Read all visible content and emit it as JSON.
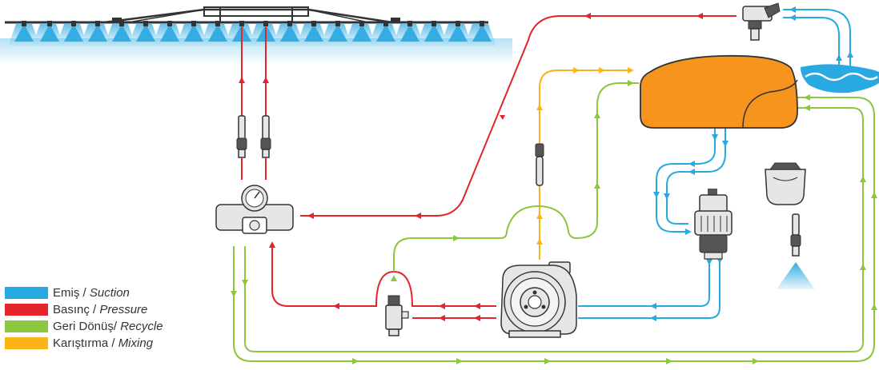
{
  "colors": {
    "suction": "#29a9e1",
    "pressure": "#e3242b",
    "recycle": "#8dc63f",
    "mixing": "#fbb416",
    "tank": "#f7941d",
    "water": "#29a9e1",
    "equipment": "#e6e6e6",
    "outline": "#333333"
  },
  "legend": [
    {
      "key": "suction",
      "label_tr": "Emiş / ",
      "label_en": "Suction"
    },
    {
      "key": "pressure",
      "label_tr": "Basınç / ",
      "label_en": "Pressure"
    },
    {
      "key": "recycle",
      "label_tr": "Geri Dönüş/ ",
      "label_en": "Recycle"
    },
    {
      "key": "mixing",
      "label_tr": "Karıştırma / ",
      "label_en": "Mixing"
    }
  ],
  "components": [
    "boom-sprayer-icon",
    "tank-icon",
    "pump-icon",
    "control-unit-icon",
    "suction-filter-icon",
    "pressure-filter-icon",
    "valve-icon",
    "water-source-icon",
    "nozzle-icon"
  ]
}
